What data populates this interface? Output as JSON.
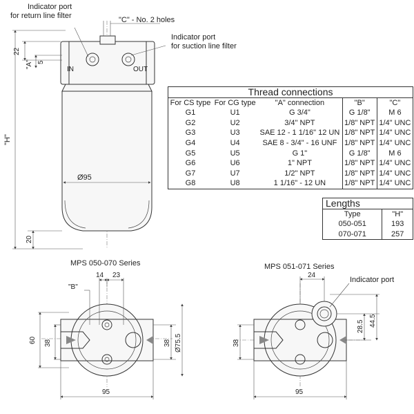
{
  "labels": {
    "indicator_return": [
      "Indicator port",
      "for return line filter"
    ],
    "holes": "\"C\" - No. 2 holes",
    "indicator_suction": [
      "Indicator port",
      "for suction line filter"
    ],
    "in": "IN",
    "out": "OUT",
    "dim_22": "22",
    "dim_A": "\"A\"",
    "dim_5": "5",
    "dim_H": "\"H\"",
    "dim_d95": "Ø95",
    "dim_20": "20",
    "series_left": "MPS 050-070 Series",
    "series_right": "MPS 051-071 Series",
    "dim_B": "\"B\"",
    "dim_14": "14",
    "dim_23": "23",
    "dim_60": "60",
    "dim_38a": "38",
    "dim_38b": "38",
    "dim_d755": "Ø75.5",
    "dim_95a": "95",
    "indicator_port": "Indicator port",
    "dim_24": "24",
    "dim_38c": "38",
    "dim_285": "28.5",
    "dim_445": "44.5",
    "dim_95b": "95"
  },
  "thread_table": {
    "title": "Thread connections",
    "headers": [
      "For CS type",
      "For CG type",
      "\"A\"   connection",
      "\"B\"",
      "\"C\""
    ],
    "rows": [
      [
        "G1",
        "U1",
        "G 3/4\"",
        "G 1/8\"",
        "M 6"
      ],
      [
        "G2",
        "U2",
        "3/4\" NPT",
        "1/8\" NPT",
        "1/4\" UNC"
      ],
      [
        "G3",
        "U3",
        "SAE 12 - 1 1/16\" 12 UN",
        "1/8\" NPT",
        "1/4\" UNC"
      ],
      [
        "G4",
        "U4",
        "SAE 8 - 3/4\" - 16 UNF",
        "1/8\" NPT",
        "1/4\" UNC"
      ],
      [
        "G5",
        "U5",
        "G 1\"",
        "G 1/8\"",
        "M 6"
      ],
      [
        "G6",
        "U6",
        "1\" NPT",
        "1/8\" NPT",
        "1/4\" UNC"
      ],
      [
        "G7",
        "U7",
        "1/2\" NPT",
        "1/8\" NPT",
        "1/4\" UNC"
      ],
      [
        "G8",
        "U8",
        "1 1/16\" - 12 UN",
        "1/8\" NPT",
        "1/4\" UNC"
      ]
    ]
  },
  "lengths_table": {
    "title": "Lengths",
    "headers": [
      "Type",
      "\"H\""
    ],
    "rows": [
      [
        "050-051",
        "193"
      ],
      [
        "070-071",
        "257"
      ]
    ]
  }
}
